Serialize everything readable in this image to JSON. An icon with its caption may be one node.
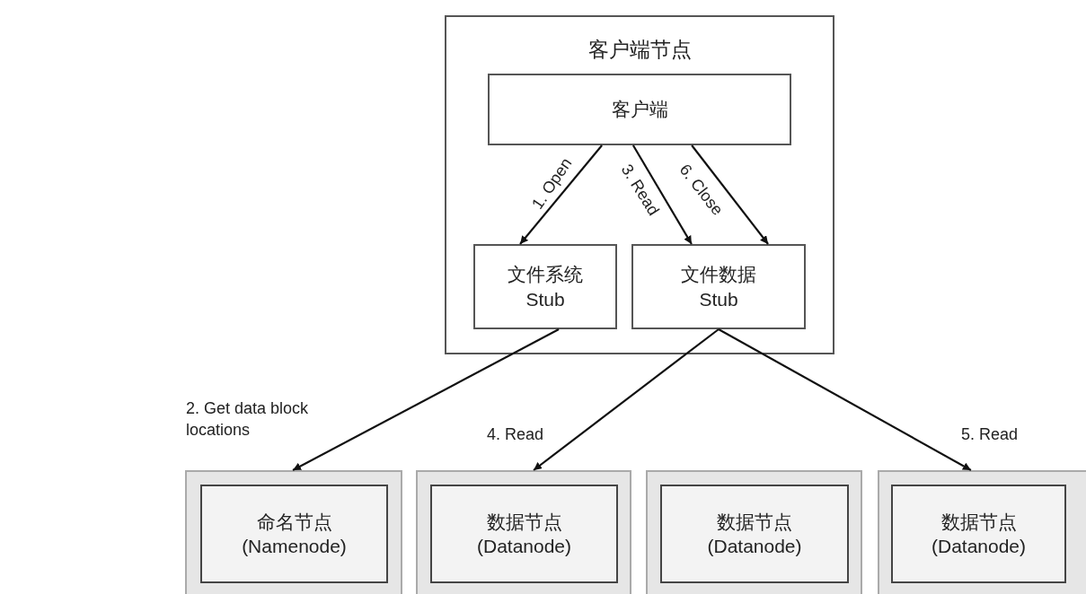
{
  "diagram": {
    "nodes": [
      {
        "text": [
          "客户端节点"
        ]
      },
      {
        "text": [
          "客户端"
        ],
        "in": 0
      },
      {
        "text": [
          "文件系统 Stub"
        ],
        "in": 0
      },
      {
        "text": [
          "文件数据 Stub"
        ],
        "in": 0
      },
      {
        "text": [],
        "shape": "box"
      },
      {
        "text": [
          "命名节点 (Namenode)"
        ],
        "in": 4
      },
      {
        "text": [],
        "shape": "box"
      },
      {
        "text": [
          "数据节点 (Datanode)"
        ],
        "in": 6
      },
      {
        "text": [],
        "shape": "box"
      },
      {
        "text": [
          "数据节点 (Datanode)"
        ],
        "in": 8
      },
      {
        "text": [],
        "shape": "box"
      },
      {
        "text": [
          "数据节点 (Datanode)"
        ],
        "in": 10
      }
    ],
    "edges": [
      {
        "from": 1,
        "to": 2,
        "arrow": "to",
        "label": "1. Open"
      },
      {
        "from": 1,
        "to": 3,
        "arrow": "to",
        "label": "3. Read"
      },
      {
        "from": 1,
        "to": 3,
        "arrow": "to",
        "label": "6. Close"
      },
      {
        "from": 2,
        "to": 4,
        "arrow": "to",
        "label": "2. Get data block locations"
      },
      {
        "from": 3,
        "to": 6,
        "arrow": "to",
        "label": "4. Read"
      },
      {
        "from": 3,
        "to": 10,
        "arrow": "to",
        "label": "5. Read"
      }
    ]
  }
}
